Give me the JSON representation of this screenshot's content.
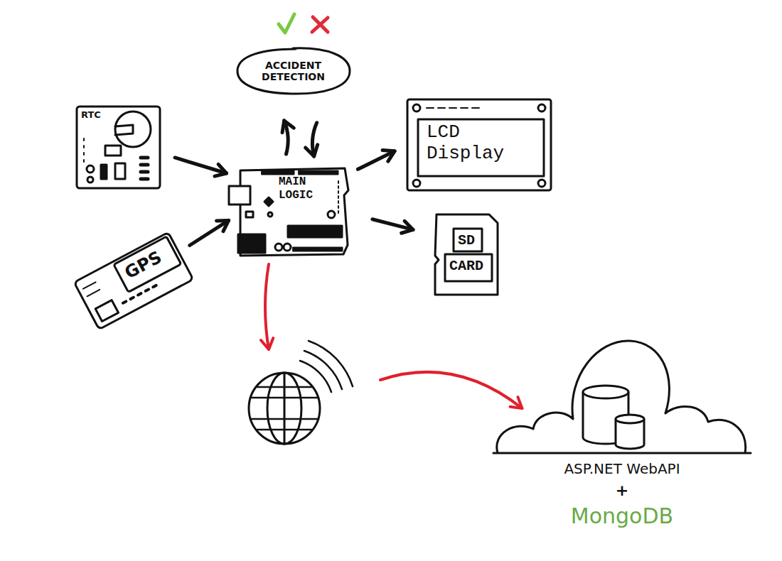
{
  "diagram": {
    "nodes": [
      {
        "text": [
          "ACCIDENT DETECTION"
        ]
      },
      {
        "text": [
          "RTC"
        ]
      },
      {
        "text": [
          "GPS"
        ]
      },
      {
        "text": [
          "MAIN LOGIC"
        ]
      },
      {
        "text": [
          "LCD Display"
        ]
      },
      {
        "text": [
          "SD CARD"
        ]
      },
      {
        "text": [
          "ASP.NET WebAPI",
          "+",
          "MongoDB"
        ]
      }
    ],
    "edges": [
      {
        "from": 1,
        "to": 3,
        "arrow": "to"
      },
      {
        "from": 2,
        "to": 3,
        "arrow": "to"
      },
      {
        "from": 3,
        "to": 0,
        "arrow": "to"
      },
      {
        "from": 0,
        "to": 3,
        "arrow": "to"
      },
      {
        "from": 3,
        "to": 4,
        "arrow": "to"
      },
      {
        "from": 3,
        "to": 5,
        "arrow": "to"
      },
      {
        "from": 3,
        "to": 6,
        "arrow": "to"
      }
    ]
  }
}
